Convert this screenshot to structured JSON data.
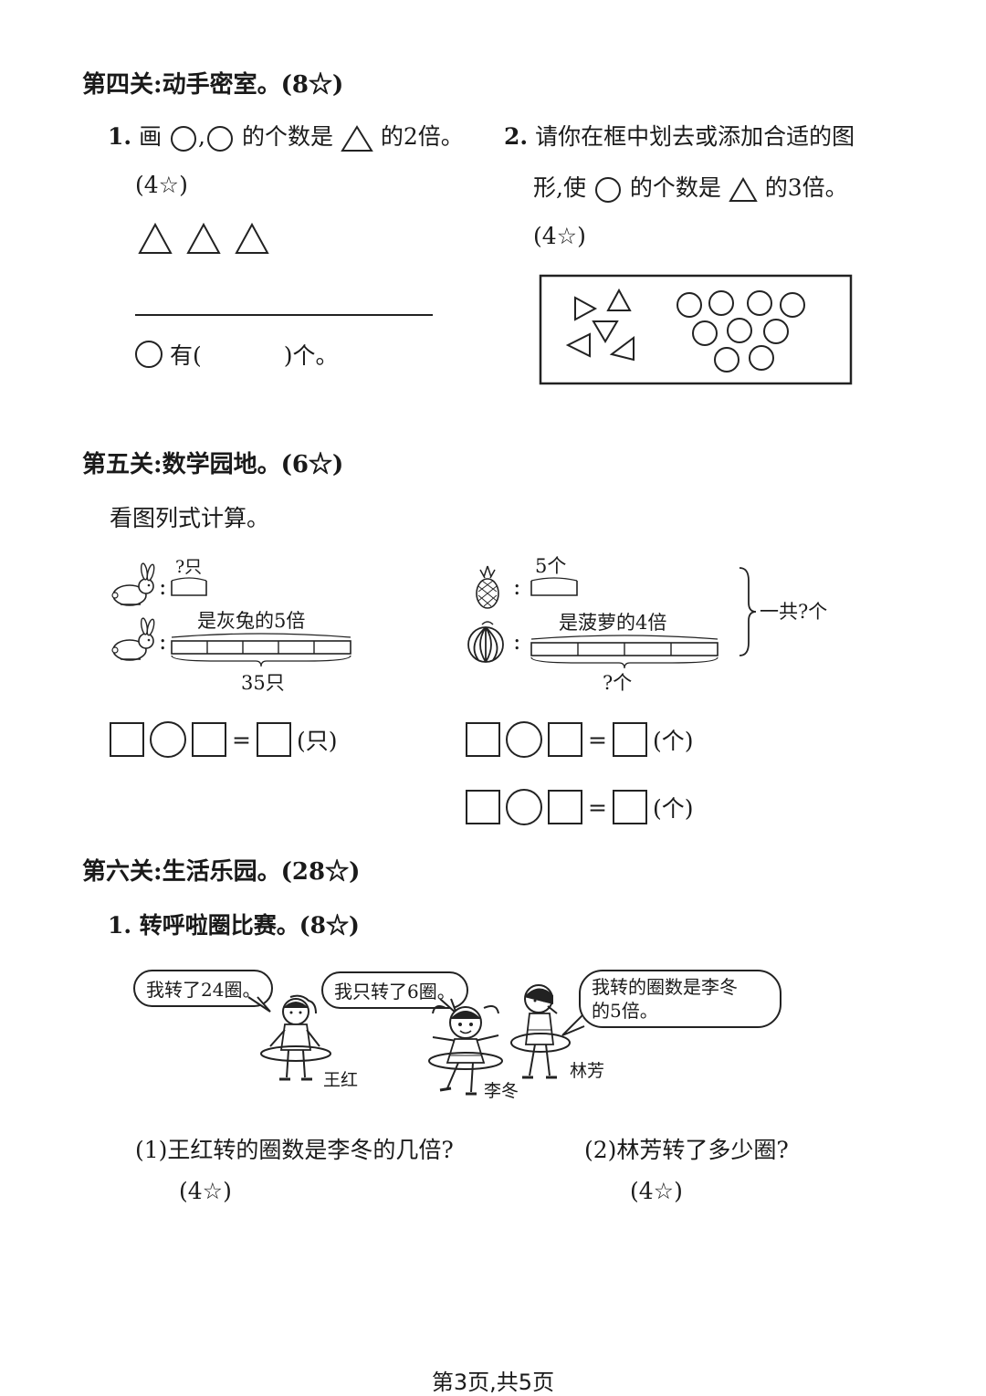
{
  "section4": {
    "title": "第四关:动手密室。(8☆)",
    "q1": {
      "num": "1.",
      "text_a": "画",
      "sep": ",",
      "text_b": "的个数是",
      "text_c": "的2倍。",
      "score": "(4☆)",
      "answer_prefix": "有(",
      "answer_suffix": ")个。"
    },
    "q2": {
      "num": "2.",
      "line1": "请你在框中划去或添加合适的图",
      "line2_a": "形,使",
      "line2_b": "的个数是",
      "line2_c": "的3倍。",
      "score": "(4☆)"
    }
  },
  "section5": {
    "title": "第五关:数学园地。(6☆)",
    "instruction": "看图列式计算。",
    "left": {
      "top_label": "?只",
      "bar_label": "是灰兔的5倍",
      "total_label": "35只",
      "unit": "(只)"
    },
    "right": {
      "top_label": "5个",
      "bar_label": "是菠萝的4倍",
      "bottom_label": "?个",
      "brace_label": "一共?个",
      "unit1": "(个)",
      "unit2": "(个)"
    },
    "equals": "="
  },
  "section6": {
    "title": "第六关:生活乐园。(28☆)",
    "q1_title": "1. 转呼啦圈比赛。(8☆)",
    "bubble1": "我转了24圈。",
    "bubble2": "我只转了6圈。",
    "bubble3_line1": "我转的圈数是李冬",
    "bubble3_line2": "的5倍。",
    "name1": "王红",
    "name2": "李冬",
    "name3": "林芳",
    "sub1": "(1)王红转的圈数是李冬的几倍?",
    "sub1_score": "(4☆)",
    "sub2": "(2)林芳转了多少圈?",
    "sub2_score": "(4☆)"
  },
  "footer": "第3页,共5页"
}
